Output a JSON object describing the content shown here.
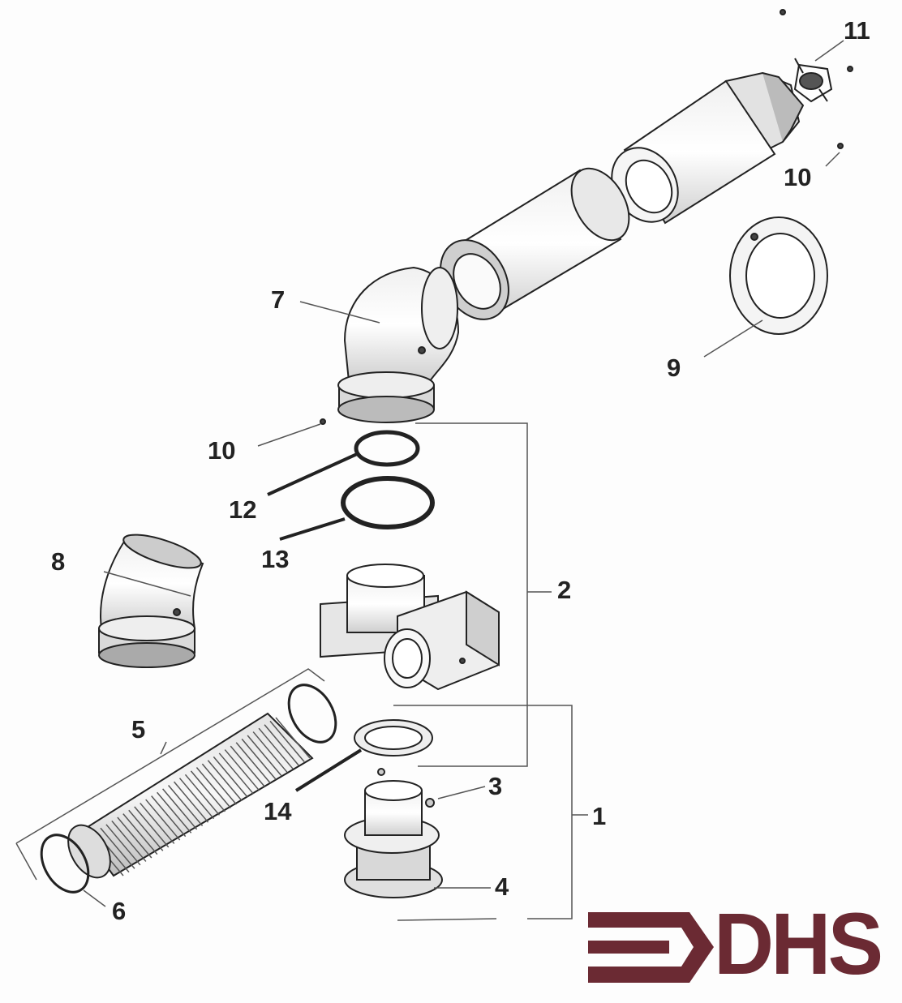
{
  "callouts": {
    "c1": "1",
    "c2": "2",
    "c3": "3",
    "c4": "4",
    "c5": "5",
    "c6": "6",
    "c7": "7",
    "c8": "8",
    "c9": "9",
    "c10a": "10",
    "c10b": "10",
    "c11": "11",
    "c12": "12",
    "c13": "13",
    "c14": "14"
  },
  "logo": {
    "text": "DHS",
    "color": "#6b2a33"
  },
  "colors": {
    "ink": "#222222",
    "paper": "#fdfdfd",
    "shade": "#d8d8d8"
  }
}
